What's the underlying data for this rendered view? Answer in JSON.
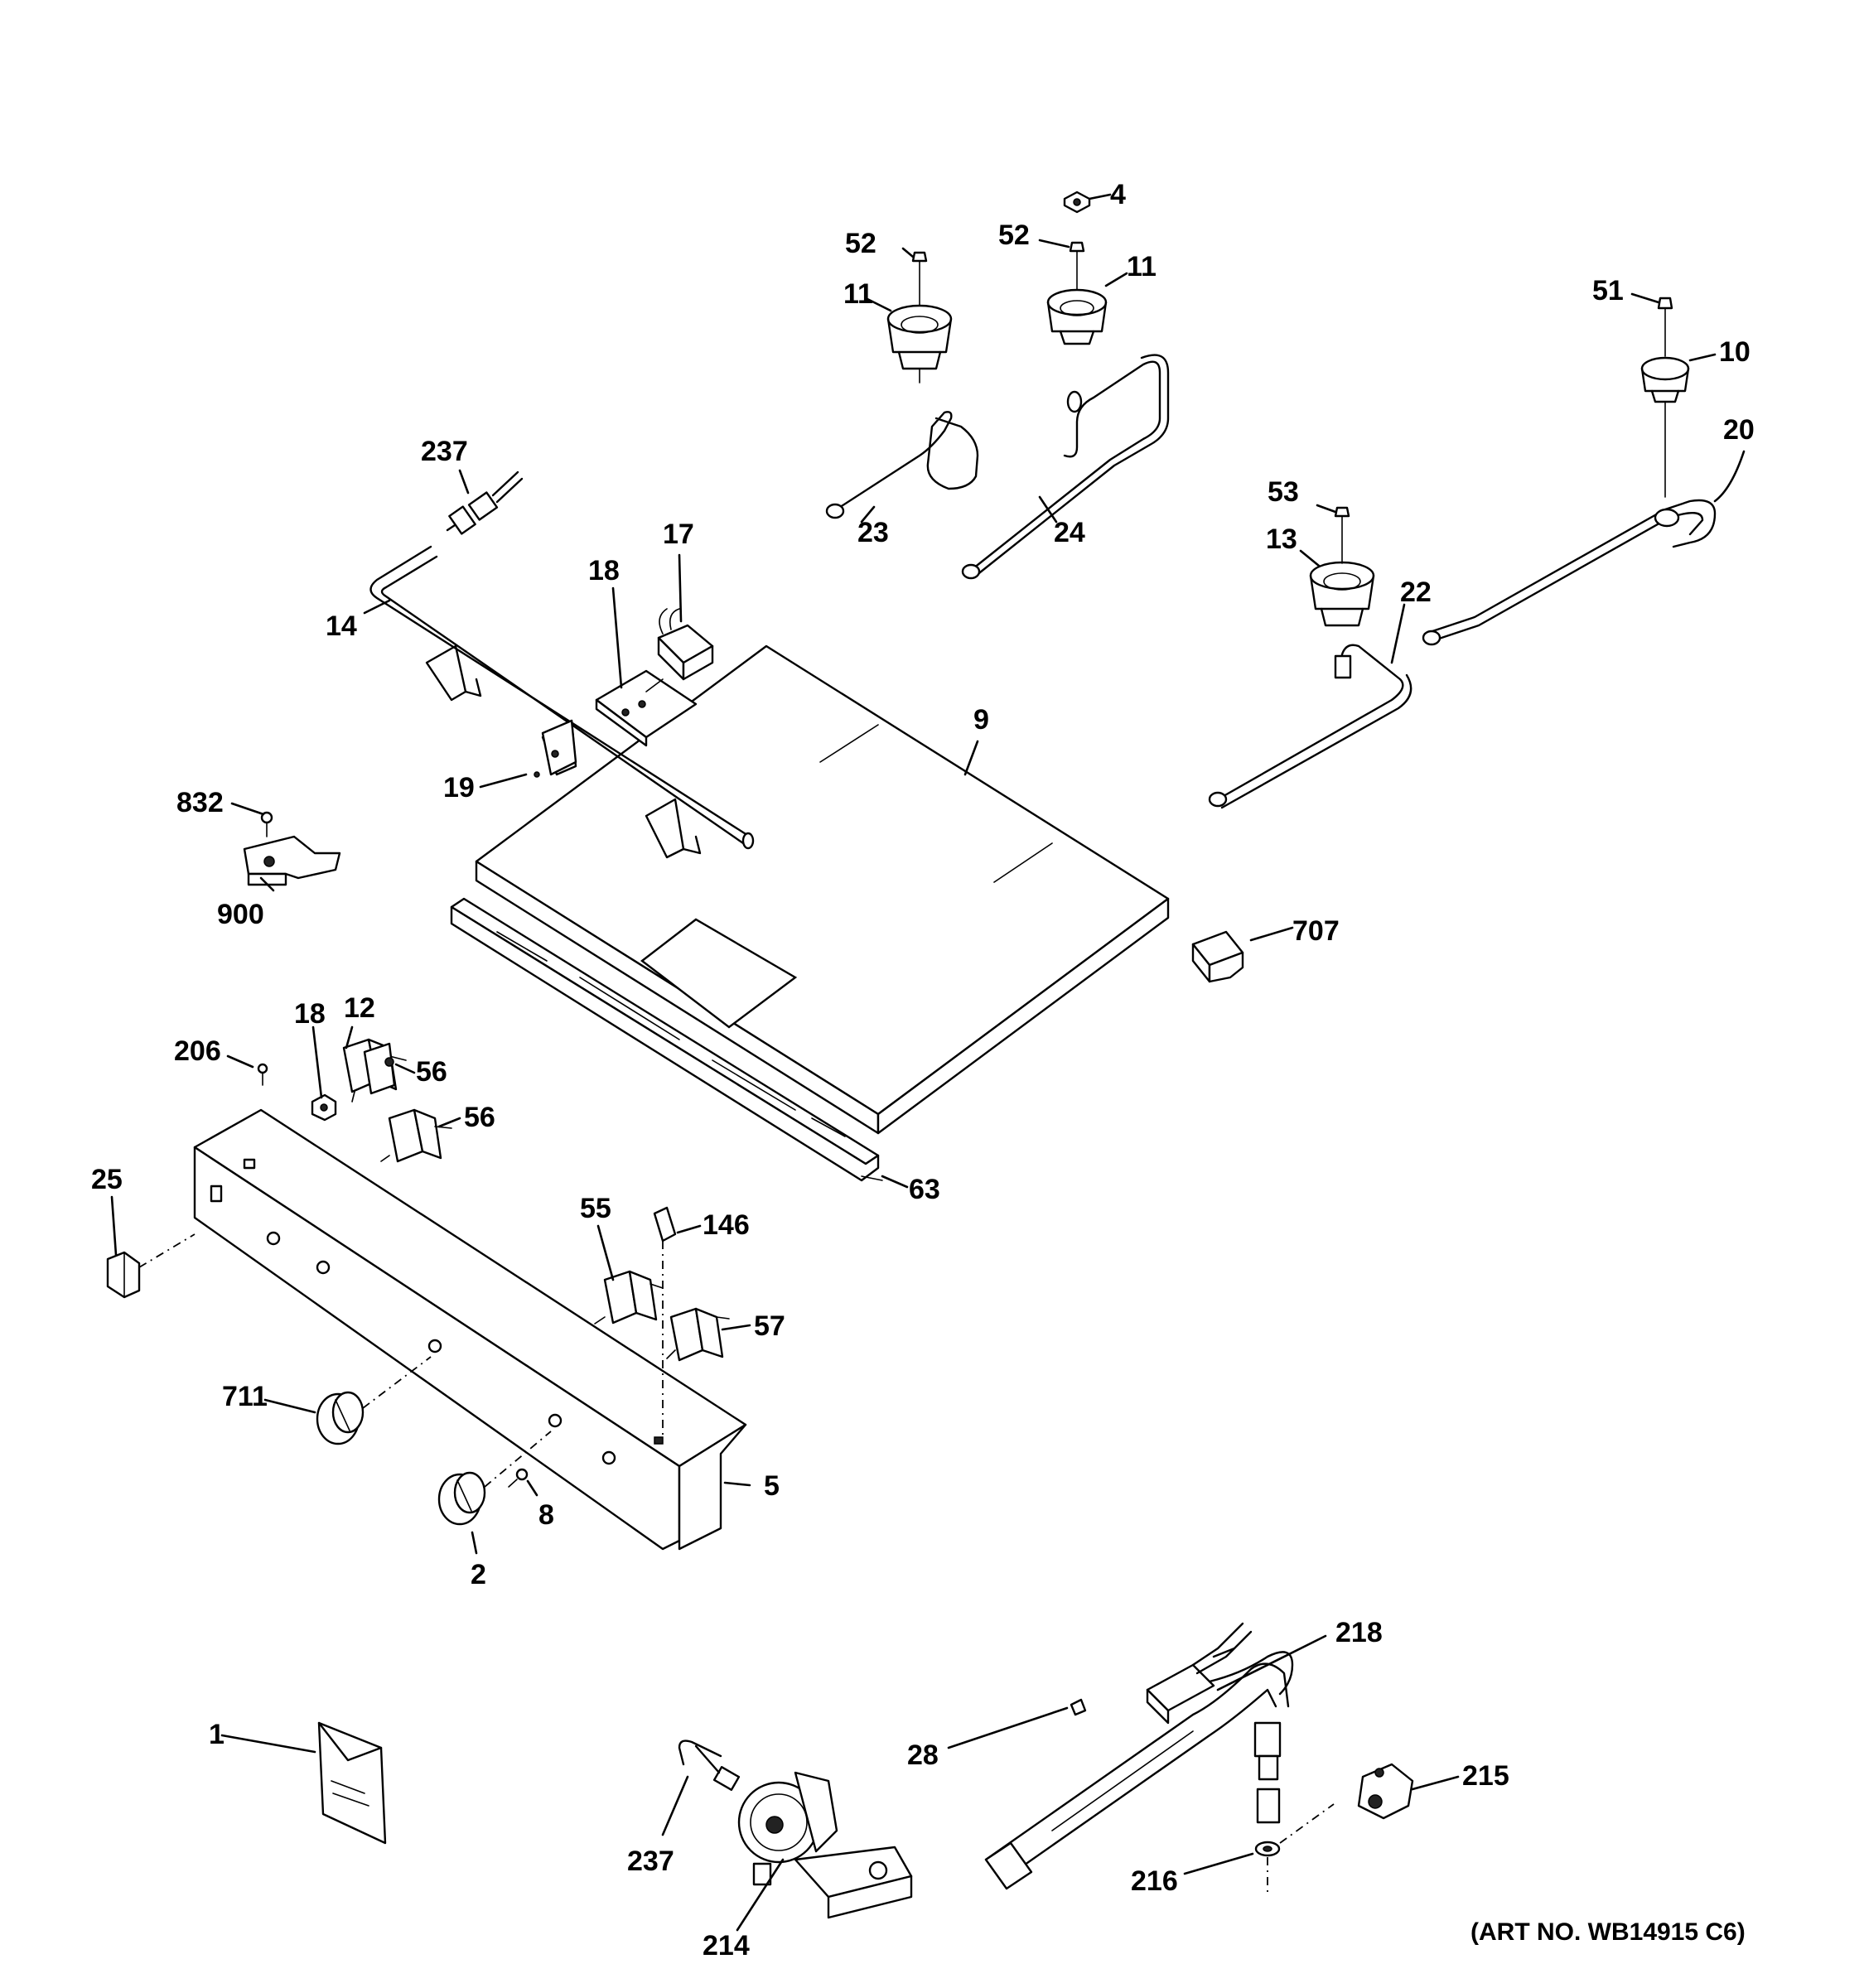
{
  "diagram": {
    "art_number": "(ART NO. WB14915 C6)",
    "callouts": [
      {
        "id": "c4",
        "text": "4"
      },
      {
        "id": "c52a",
        "text": "52"
      },
      {
        "id": "c52b",
        "text": "52"
      },
      {
        "id": "c11a",
        "text": "11"
      },
      {
        "id": "c11b",
        "text": "11"
      },
      {
        "id": "c51",
        "text": "51"
      },
      {
        "id": "c10",
        "text": "10"
      },
      {
        "id": "c20",
        "text": "20"
      },
      {
        "id": "c237a",
        "text": "237"
      },
      {
        "id": "c23",
        "text": "23"
      },
      {
        "id": "c24",
        "text": "24"
      },
      {
        "id": "c53",
        "text": "53"
      },
      {
        "id": "c13",
        "text": "13"
      },
      {
        "id": "c17",
        "text": "17"
      },
      {
        "id": "c18a",
        "text": "18"
      },
      {
        "id": "c14",
        "text": "14"
      },
      {
        "id": "c22",
        "text": "22"
      },
      {
        "id": "c9",
        "text": "9"
      },
      {
        "id": "c19",
        "text": "19"
      },
      {
        "id": "c832",
        "text": "832"
      },
      {
        "id": "c900",
        "text": "900"
      },
      {
        "id": "c707",
        "text": "707"
      },
      {
        "id": "c18b",
        "text": "18"
      },
      {
        "id": "c12",
        "text": "12"
      },
      {
        "id": "c206",
        "text": "206"
      },
      {
        "id": "c56a",
        "text": "56"
      },
      {
        "id": "c56b",
        "text": "56"
      },
      {
        "id": "c63",
        "text": "63"
      },
      {
        "id": "c25",
        "text": "25"
      },
      {
        "id": "c55",
        "text": "55"
      },
      {
        "id": "c146",
        "text": "146"
      },
      {
        "id": "c57",
        "text": "57"
      },
      {
        "id": "c711",
        "text": "711"
      },
      {
        "id": "c5",
        "text": "5"
      },
      {
        "id": "c8",
        "text": "8"
      },
      {
        "id": "c2",
        "text": "2"
      },
      {
        "id": "c218",
        "text": "218"
      },
      {
        "id": "c1",
        "text": "1"
      },
      {
        "id": "c28",
        "text": "28"
      },
      {
        "id": "c215",
        "text": "215"
      },
      {
        "id": "c237b",
        "text": "237"
      },
      {
        "id": "c216",
        "text": "216"
      },
      {
        "id": "c214",
        "text": "214"
      }
    ]
  }
}
